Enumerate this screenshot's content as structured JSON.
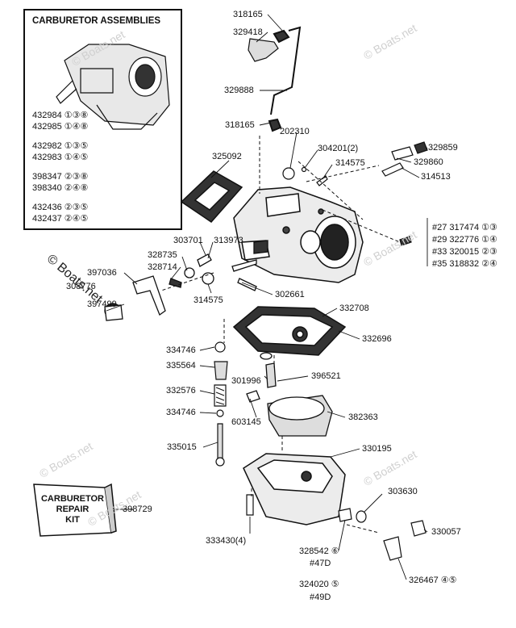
{
  "assemblies_box": {
    "title": "CARBURETOR ASSEMBLIES",
    "groups": [
      [
        "432984 ①③⑧",
        "432985 ①④⑧"
      ],
      [
        "432982 ①③⑤",
        "432983 ①④⑤"
      ],
      [
        "398347 ②③⑧",
        "398340 ②④⑧"
      ],
      [
        "432436 ②③⑤",
        "432437 ②④⑤"
      ]
    ]
  },
  "repair_kit": {
    "label_lines": [
      "CARBURETOR",
      "REPAIR",
      "KIT"
    ],
    "part": "398729"
  },
  "parts": {
    "p318165a": "318165",
    "p329418": "329418",
    "p329888": "329888",
    "p318165b": "318165",
    "p202310": "202310",
    "p304201": "304201(2)",
    "p329859": "329859",
    "p329860": "329860",
    "p325092": "325092",
    "p314575a": "314575",
    "p314513": "314513",
    "p303701": "303701",
    "p313973": "313973",
    "p328735": "328735",
    "p328714": "328714",
    "p397036": "397036",
    "p308776": "308776",
    "p397499": "397499",
    "p314575b": "314575",
    "p302661": "302661",
    "p332708": "332708",
    "p332696": "332696",
    "p334746a": "334746",
    "p335564": "335564",
    "p301996": "301996",
    "p396521": "396521",
    "p332576": "332576",
    "p334746b": "334746",
    "p603145": "603145",
    "p382363": "382363",
    "p335015": "335015",
    "p330195": "330195",
    "p303630": "303630",
    "p333430": "333430(4)",
    "p328542": "328542 ⑥",
    "p47d": "#47D",
    "p330057": "330057",
    "p324020": "324020 ⑤",
    "p49d": "#49D",
    "p326467": "326467 ④⑤"
  },
  "jets": [
    "#27 317474 ①③",
    "#29 322776 ①④",
    "#33 320015 ②③",
    "#35 318832 ②④"
  ],
  "watermarks": [
    "© Boats.net",
    "© Boats.net",
    "© Boats.net",
    "© Boats.net",
    "© Boats.net",
    "© Boats.net",
    "© Boats.net"
  ]
}
